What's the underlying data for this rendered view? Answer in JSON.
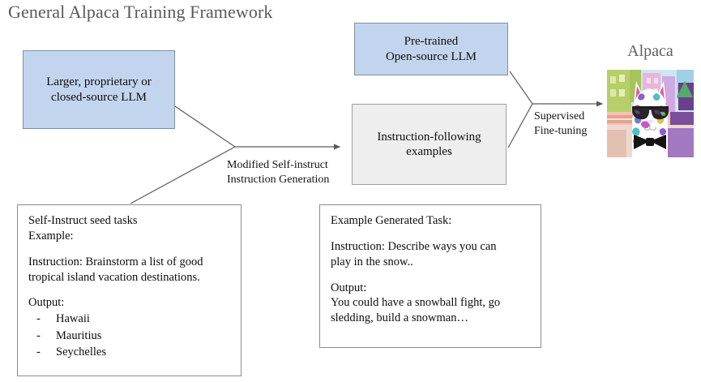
{
  "title": "General Alpaca Training Framework",
  "nodes": {
    "proprietary_llm": {
      "label": "Larger, proprietary or\nclosed-source LLM",
      "fill": "#c3d5ee",
      "stroke": "#7f8f9f"
    },
    "pretrained_llm": {
      "label": "Pre-trained\nOpen-source LLM",
      "fill": "#c3d5ee",
      "stroke": "#7f8f9f"
    },
    "instruction_examples": {
      "label": "Instruction-following\nexamples",
      "fill": "#eeeeee",
      "stroke": "#a0a0a0"
    }
  },
  "edges": {
    "modified_self_instruct": "Modified Self-instruct\nInstruction Generation",
    "supervised_finetuning": "Supervised\nFine-tuning"
  },
  "panels": {
    "seed_tasks": {
      "heading": "Self-Instruct seed tasks\nExample:",
      "instruction": "Instruction: Brainstorm a list of good\ntropical island vacation destinations.",
      "output_label": "Output:",
      "bullet_marker": "-",
      "outputs": [
        "Hawaii",
        "Mauritius",
        "Seychelles"
      ]
    },
    "generated_task": {
      "heading": "Example Generated Task:",
      "instruction": "Instruction: Describe ways you can\nplay in the snow..",
      "output_label": "Output:",
      "output_text": "You could have a snowball fight, go\nsledding, build a snowman…"
    }
  },
  "output": {
    "caption": "Alpaca",
    "image_alt": "alpaca-avatar-image"
  },
  "colors": {
    "title_text": "#595959",
    "body_text": "#0d0d0d",
    "connector": "#5a5a5a",
    "blue_fill": "#c3d5ee",
    "gray_fill": "#eeeeee"
  }
}
